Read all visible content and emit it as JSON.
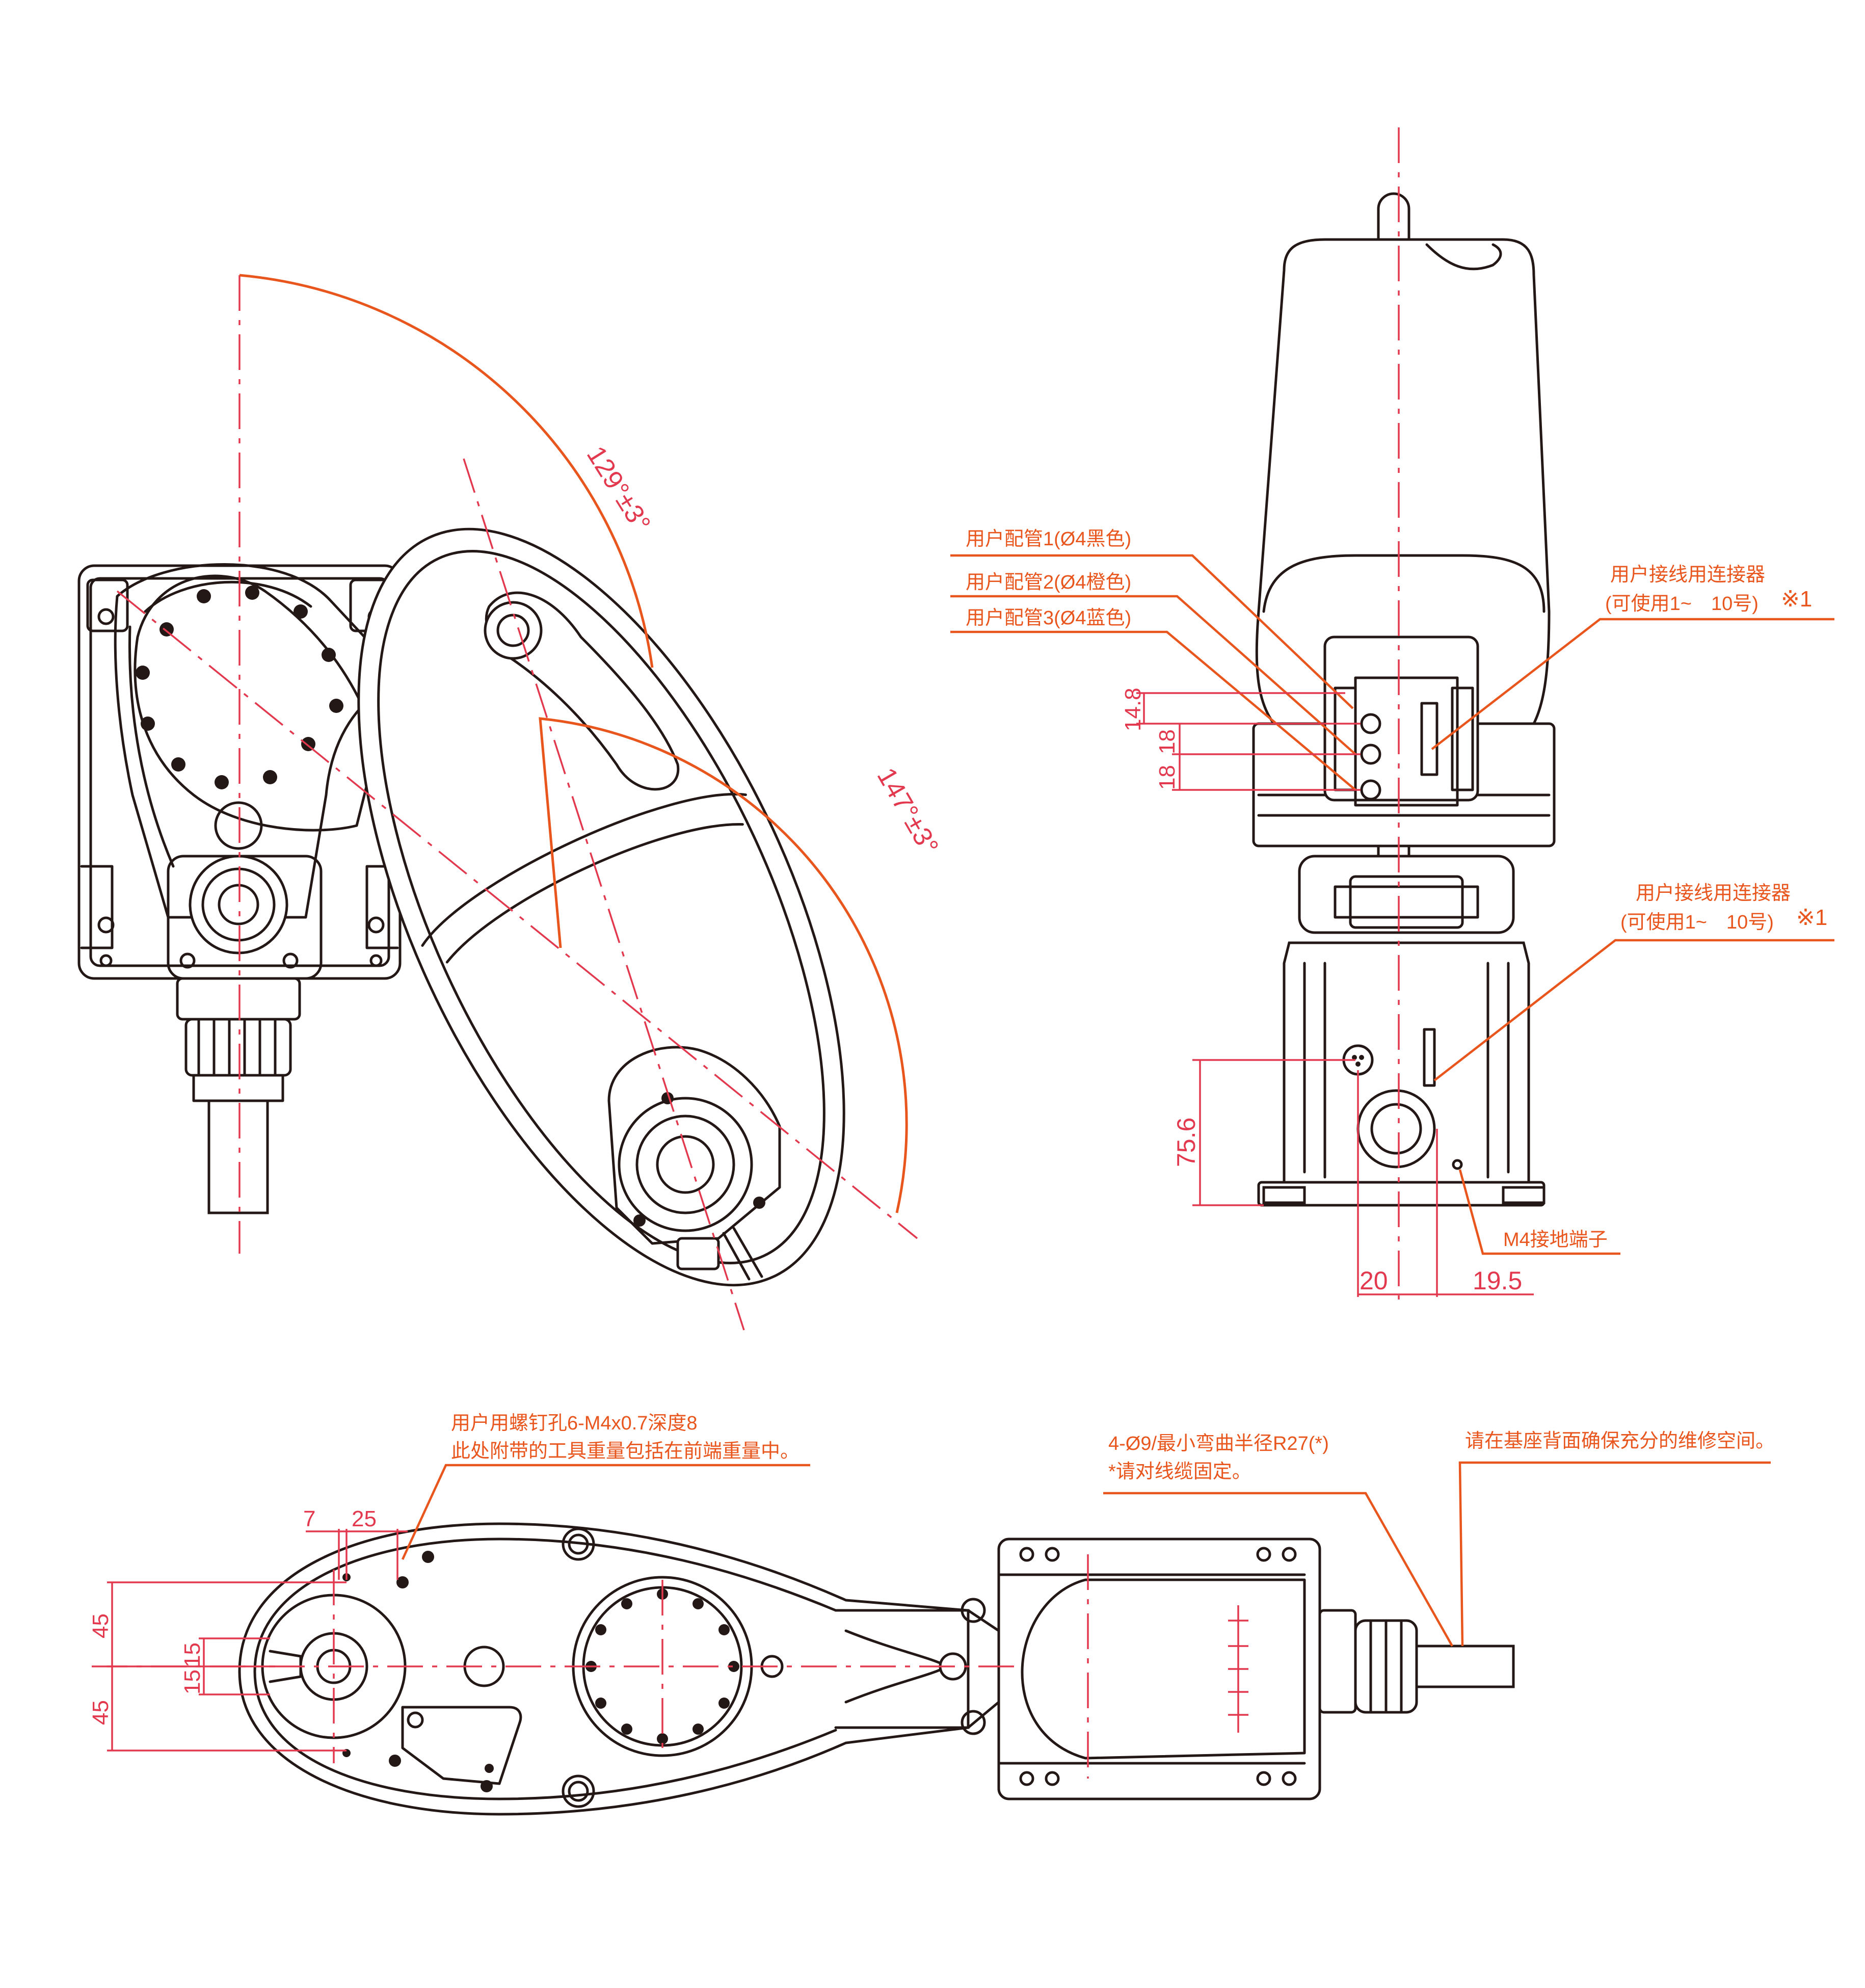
{
  "labels": {
    "angle_joint1": "129°±3°",
    "angle_joint2": "147°±3°",
    "pipe1": "用户配管1(Ø4黑色)",
    "pipe2": "用户配管2(Ø4橙色)",
    "pipe3": "用户配管3(Ø4蓝色)",
    "connector_top_line1": "用户接线用连接器",
    "connector_top_line2": "(可使用1~　10号)",
    "connector_top_mark": "※1",
    "connector_bottom_line1": "用户接线用连接器",
    "connector_bottom_line2": "(可使用1~　10号)",
    "connector_bottom_mark": "※1",
    "ground_terminal": "M4接地端子",
    "screw_note_line1": "用户用螺钉孔6-M4x0.7深度8",
    "screw_note_line2": "此处附带的工具重量包括在前端重量中。",
    "cable_note_line1": "4-Ø9/最小弯曲半径R27(*)",
    "cable_note_line2": "*请对线缆固定。",
    "maintenance_note": "请在基座背面确保充分的维修空间。"
  },
  "dimensions": {
    "side_14_8": "14.8",
    "side_18_a": "18",
    "side_18_b": "18",
    "side_75_6": "75.6",
    "side_20": "20",
    "side_19_5": "19.5",
    "top_7": "7",
    "top_25": "25",
    "top_45_a": "45",
    "top_45_b": "45",
    "top_15_a": "15",
    "top_15_b": "15"
  },
  "colors": {
    "outline": "#231815",
    "leader_orange": "#e8561e",
    "dimension_red": "#e2394f"
  }
}
